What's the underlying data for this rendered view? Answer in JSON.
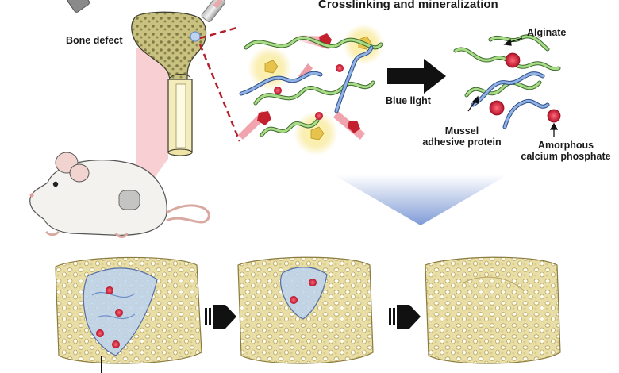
{
  "title": "Crosslinking and mineralization",
  "labels": {
    "bone_defect": "Bone defect",
    "blue_light": "Blue light",
    "alginate": "Alginate",
    "mussel_line1": "Mussel",
    "mussel_line2": "adhesive protein",
    "acp_line1": "Amorphous",
    "acp_line2": "calcium phosphate"
  },
  "colors": {
    "bone": "#e7dca0",
    "bone_dark": "#b9a761",
    "alginate": "#9fd27d",
    "protein": "#6f8fc6",
    "acp": "#d8283f",
    "light": "#f3d84a",
    "arrow_blue": "#7f9bd6",
    "hydrogel": "#bcd4ef",
    "red_beam": "#f4b8be"
  }
}
